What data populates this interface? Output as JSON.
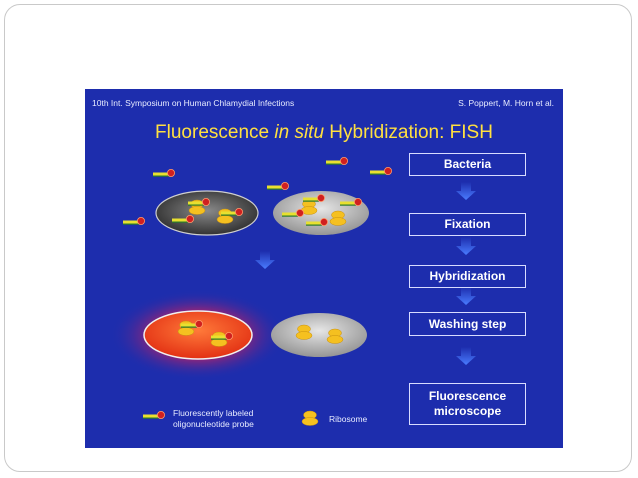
{
  "header": {
    "left": "10th Int. Symposium on Human Chlamydial Infections",
    "right": "S. Poppert, M. Horn et al."
  },
  "title": {
    "before": "Fluorescence ",
    "italic": "in situ",
    "after": " Hybridization: FISH"
  },
  "steps": [
    {
      "line1": "Bacteria",
      "line2": ""
    },
    {
      "line1": "Fixation",
      "line2": ""
    },
    {
      "line1": "Hybridization",
      "line2": ""
    },
    {
      "line1": "Washing step",
      "line2": ""
    },
    {
      "line1": "Fluorescence",
      "line2": "microscope"
    }
  ],
  "legend": {
    "probe_line1": "Fluorescently labeled",
    "probe_line2": "oligonucleotide probe",
    "ribosome": "Ribosome"
  },
  "colors": {
    "slide_bg": "#1d2dad",
    "title": "#ffe040",
    "probe_dot": "#d02020",
    "probe_stick": "#e8e030",
    "ribosome": "#f5c020",
    "arrow": "#3a6cff",
    "glow": "#ff2a2a"
  },
  "icons": [
    "probe-icon",
    "ribosome-icon",
    "down-arrow-icon"
  ]
}
